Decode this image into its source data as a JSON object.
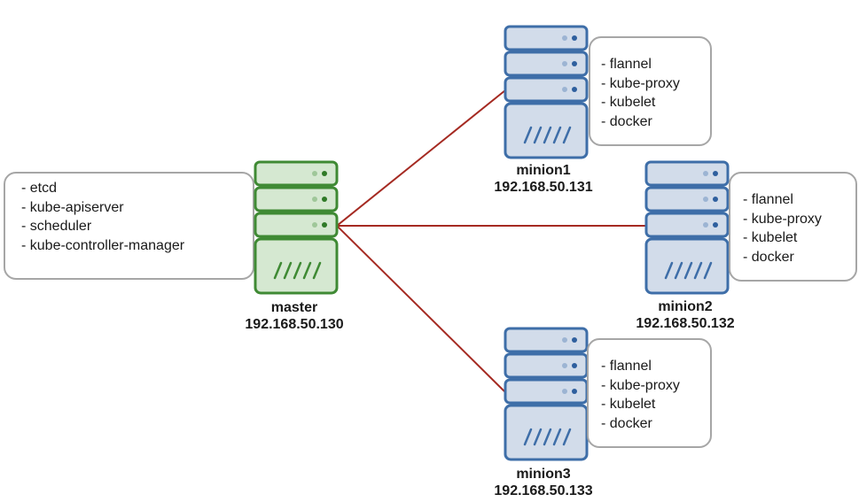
{
  "diagram": {
    "type": "kubernetes-cluster-topology",
    "link_color": "#a52a22",
    "colors": {
      "master": {
        "stroke": "#3f8a34",
        "fill": "#d5e8d1",
        "dot_light": "#9fc799",
        "dot_dark": "#2f7a27"
      },
      "minion": {
        "stroke": "#3e6ea8",
        "fill": "#d2dcea",
        "dot_light": "#9cb4d3",
        "dot_dark": "#2e5f9e"
      }
    },
    "nodes": [
      {
        "id": "master",
        "role": "master",
        "name": "master",
        "ip": "192.168.50.130",
        "services": [
          "- etcd",
          "- kube-apiserver",
          "- scheduler",
          "- kube-controller-manager"
        ]
      },
      {
        "id": "minion1",
        "role": "minion",
        "name": "minion1",
        "ip": "192.168.50.131",
        "services": [
          "- flannel",
          "- kube-proxy",
          "- kubelet",
          "- docker"
        ]
      },
      {
        "id": "minion2",
        "role": "minion",
        "name": "minion2",
        "ip": "192.168.50.132",
        "services": [
          "- flannel",
          "- kube-proxy",
          "- kubelet",
          "- docker"
        ]
      },
      {
        "id": "minion3",
        "role": "minion",
        "name": "minion3",
        "ip": "192.168.50.133",
        "services": [
          "- flannel",
          "- kube-proxy",
          "- kubelet",
          "- docker"
        ]
      }
    ],
    "links": [
      {
        "from": "master",
        "to": "minion1"
      },
      {
        "from": "master",
        "to": "minion2"
      },
      {
        "from": "master",
        "to": "minion3"
      }
    ]
  }
}
